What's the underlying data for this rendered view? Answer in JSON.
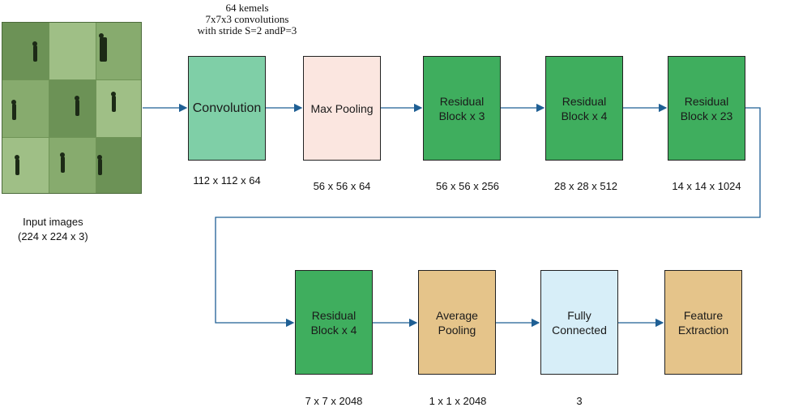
{
  "kernel_note": "64 kemels\n7x7x3 convolutions\nwith stride S=2 andP=3",
  "input_label": "Input images\n(224 x 224 x 3)",
  "colors": {
    "convolution": "#7fcfa7",
    "max_pooling": "#fbe6e0",
    "residual": "#3fae5e",
    "average_pooling": "#e5c48a",
    "fully_connected": "#d7eef8",
    "feature_extraction": "#e5c48a",
    "arrow": "#1f5f94"
  },
  "row1": [
    {
      "label": "Convolution",
      "dims": "112 x 112 x 64"
    },
    {
      "label": "Max Pooling",
      "dims": "56 x 56 x 64"
    },
    {
      "label": "Residual\nBlock x 3",
      "dims": "56 x 56 x 256"
    },
    {
      "label": "Residual\nBlock x 4",
      "dims": "28 x 28 x 512"
    },
    {
      "label": "Residual\nBlock x 23",
      "dims": "14 x 14 x 1024"
    }
  ],
  "row2": [
    {
      "label": "Residual\nBlock x 4",
      "dims": "7 x 7 x 2048"
    },
    {
      "label": "Average\nPooling",
      "dims": "1 x 1 x 2048"
    },
    {
      "label": "Fully\nConnected",
      "dims": "3"
    },
    {
      "label": "Feature\nExtraction",
      "dims": ""
    }
  ]
}
